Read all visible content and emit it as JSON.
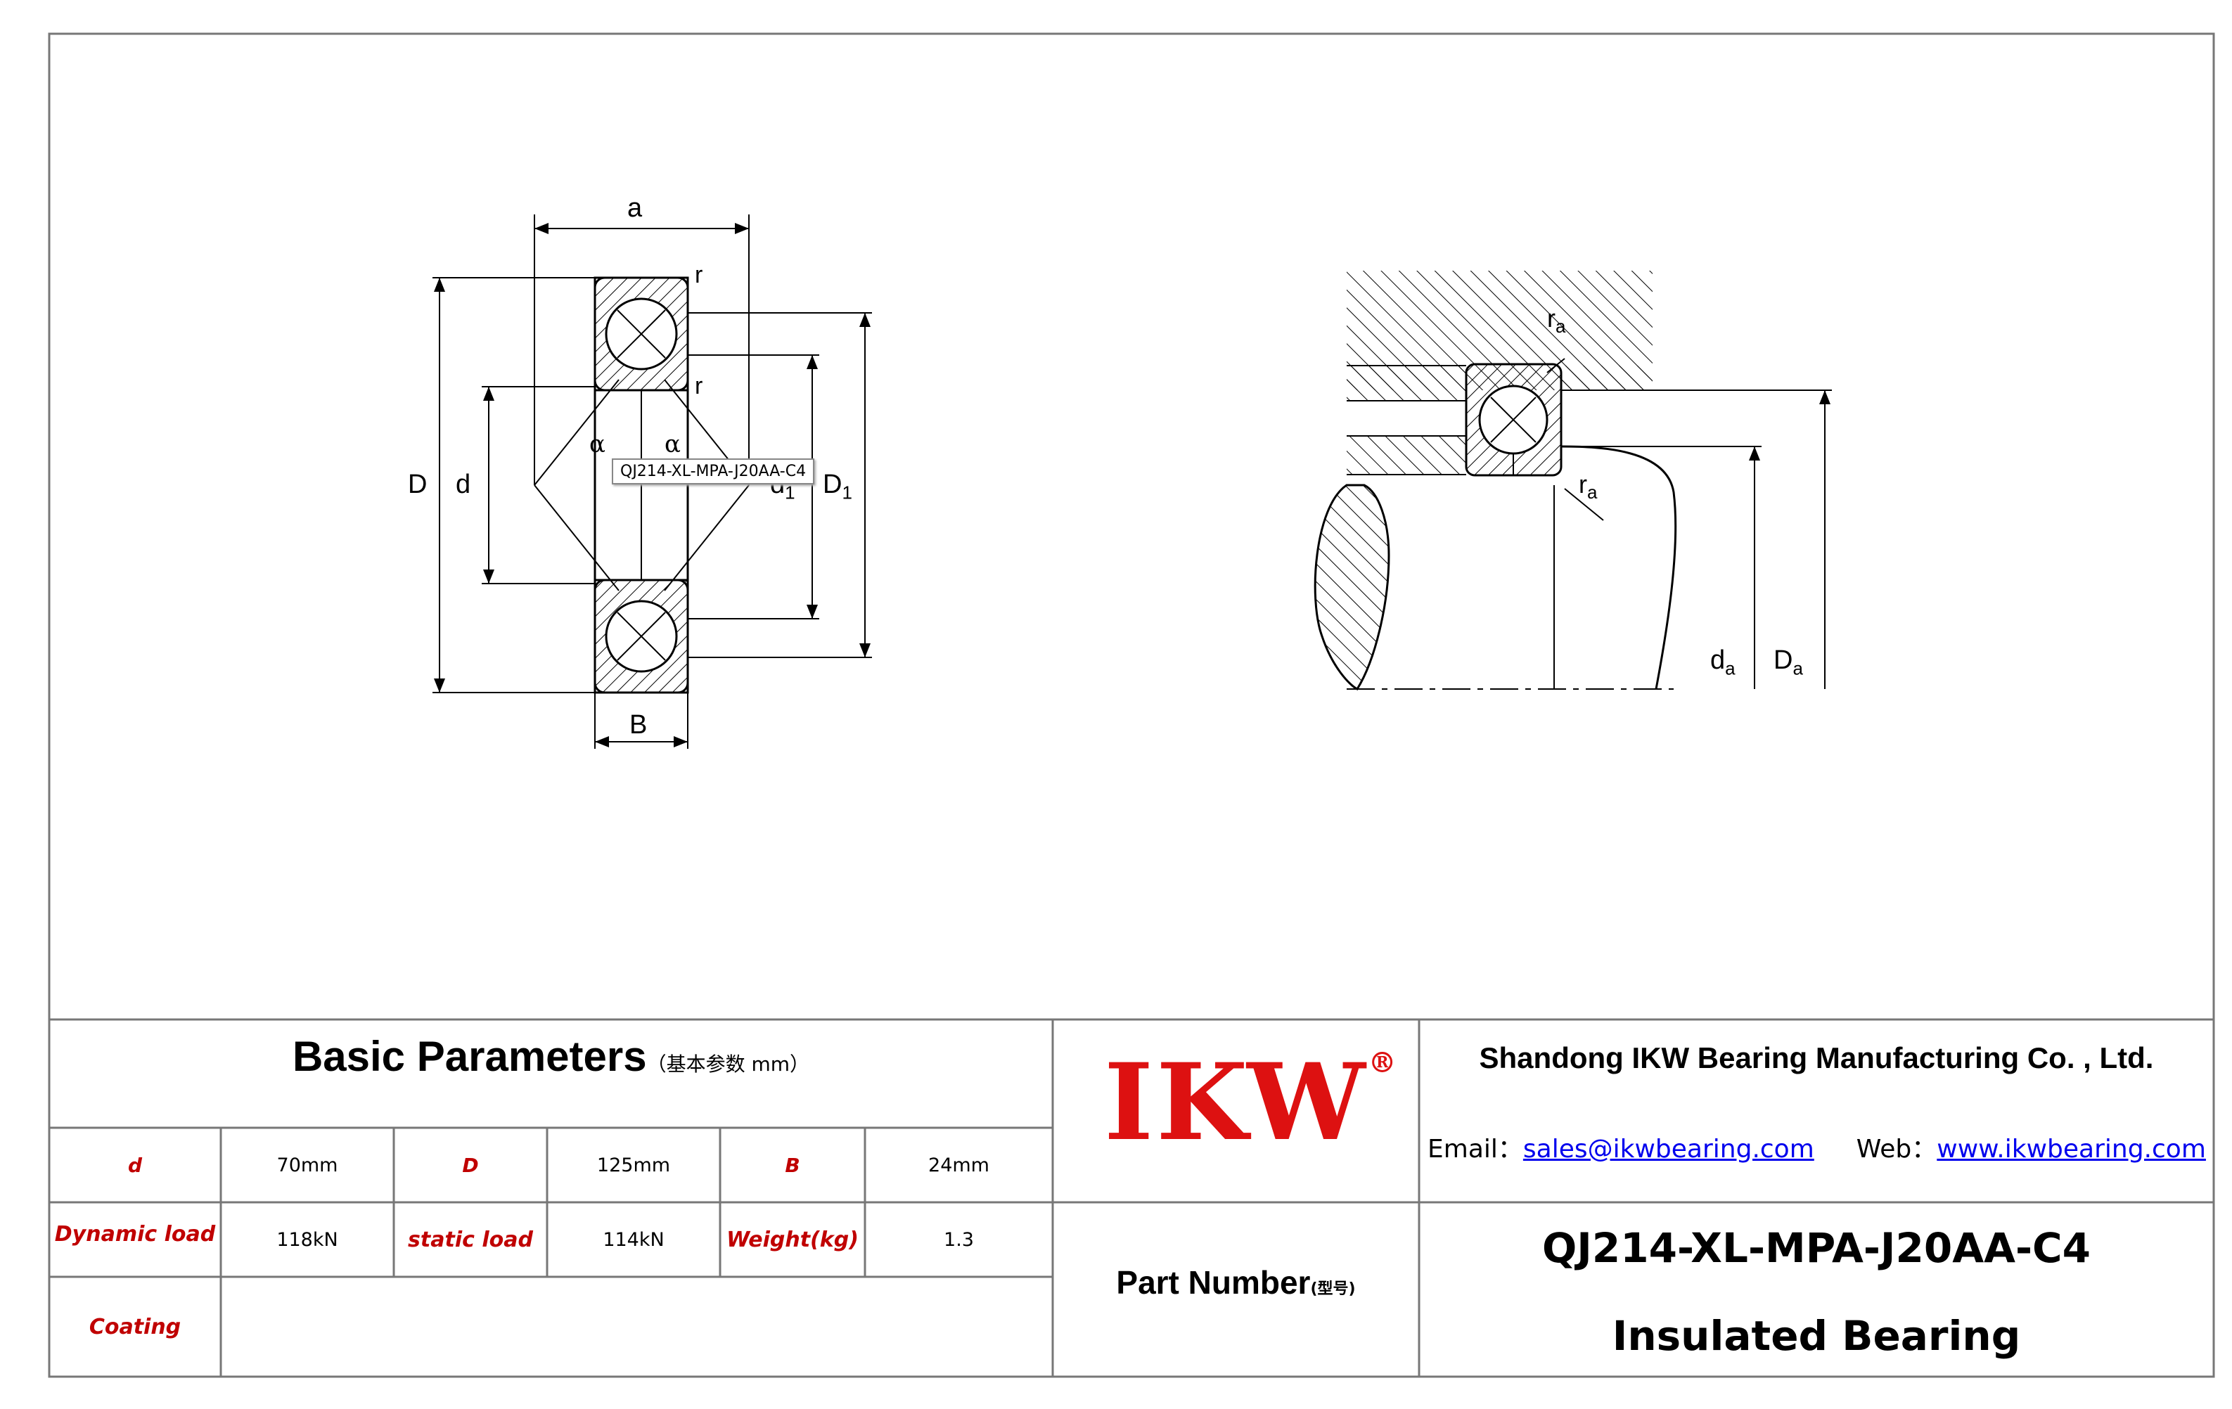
{
  "drawing": {
    "left_view": {
      "dim_a": "a",
      "dim_r_top": "r",
      "dim_r_mid": "r",
      "dim_D": "D",
      "dim_d": "d",
      "dim_d1": "d",
      "dim_d1_sub": "1",
      "dim_D1": "D",
      "dim_D1_sub": "1",
      "dim_B": "B",
      "alpha_left": "α",
      "alpha_right": "α",
      "callout": "QJ214-XL-MPA-J20AA-C4"
    },
    "right_view": {
      "dim_ra_top": "r",
      "dim_ra_top_sub": "a",
      "dim_ra_bottom": "r",
      "dim_ra_bottom_sub": "a",
      "dim_da": "d",
      "dim_da_sub": "a",
      "dim_Da": "D",
      "dim_Da_sub": "a"
    }
  },
  "params": {
    "title": "Basic Parameters",
    "title_sub": "（基本参数 mm）",
    "row1": {
      "d_label": "d",
      "d_value": "70mm",
      "D_label": "D",
      "D_value": "125mm",
      "B_label": "B",
      "B_value": "24mm"
    },
    "row2": {
      "dynamic_label": "Dynamic load",
      "dynamic_value": "118kN",
      "static_label": "static load",
      "static_value": "114kN",
      "weight_label": "Weight(kg)",
      "weight_value": "1.3"
    },
    "row3": {
      "coating_label": "Coating",
      "coating_value": ""
    }
  },
  "logo": {
    "text": "IKW",
    "reg": "®"
  },
  "part_number": {
    "label": "Part Number",
    "label_sub": "(型号)"
  },
  "company": {
    "name": "Shandong IKW Bearing Manufacturing Co. , Ltd.",
    "email_label": "Email：",
    "email": "sales@ikwbearing.com",
    "web_label": "Web：",
    "web": "www.ikwbearing.com"
  },
  "product": {
    "model": "QJ214-XL-MPA-J20AA-C4",
    "type": "Insulated Bearing"
  },
  "colors": {
    "label_red": "#c00000",
    "logo_red": "#dd1111",
    "link_blue": "#0000ee",
    "line": "#000000"
  }
}
